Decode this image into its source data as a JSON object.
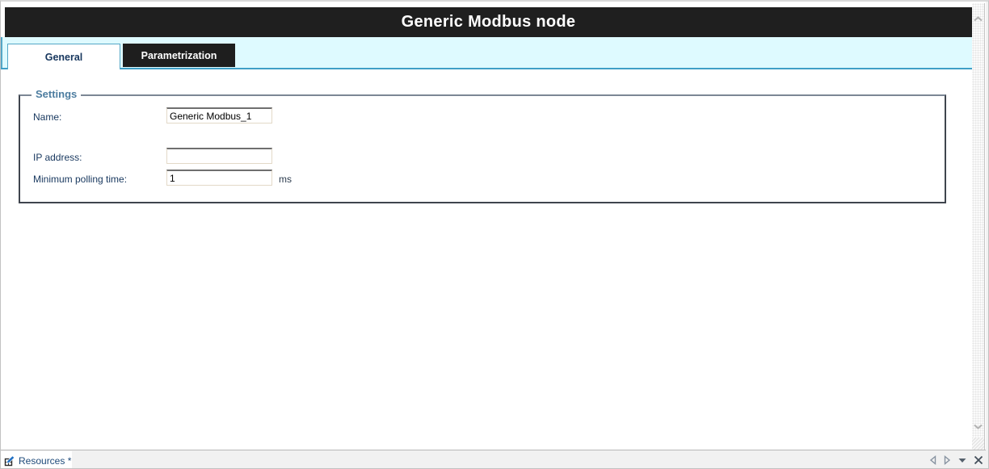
{
  "header": {
    "title": "Generic Modbus node"
  },
  "tabs": [
    {
      "label": "General",
      "active": true
    },
    {
      "label": "Parametrization",
      "active": false
    }
  ],
  "settings": {
    "legend": "Settings",
    "fields": [
      {
        "label": "Name:",
        "value": "Generic Modbus_1",
        "suffix": ""
      },
      {
        "label": "IP address:",
        "value": "",
        "suffix": ""
      },
      {
        "label": "Minimum polling time:",
        "value": "1",
        "suffix": "ms"
      }
    ]
  },
  "statusbar": {
    "tab_label": "Resources *"
  },
  "icons": {
    "resources": "resources-pencil-grid-icon",
    "nav_left": "triangle-left-outline",
    "nav_right": "triangle-right-outline",
    "dropdown": "triangle-down-filled",
    "close": "x-glyph",
    "scroll_up": "chevron-up",
    "scroll_down": "chevron-down"
  },
  "colors": {
    "header_bg": "#1f1f1f",
    "tab_strip_bg": "#defaff",
    "tab_accent": "#54a7c7",
    "active_tab_text": "#17375e",
    "inactive_tab_bg": "#1e1e1e",
    "legend_text": "#4d7da0",
    "label_text": "#17375e",
    "statusbar_bg": "#f1f1f1",
    "status_text": "#1e4a7a"
  }
}
